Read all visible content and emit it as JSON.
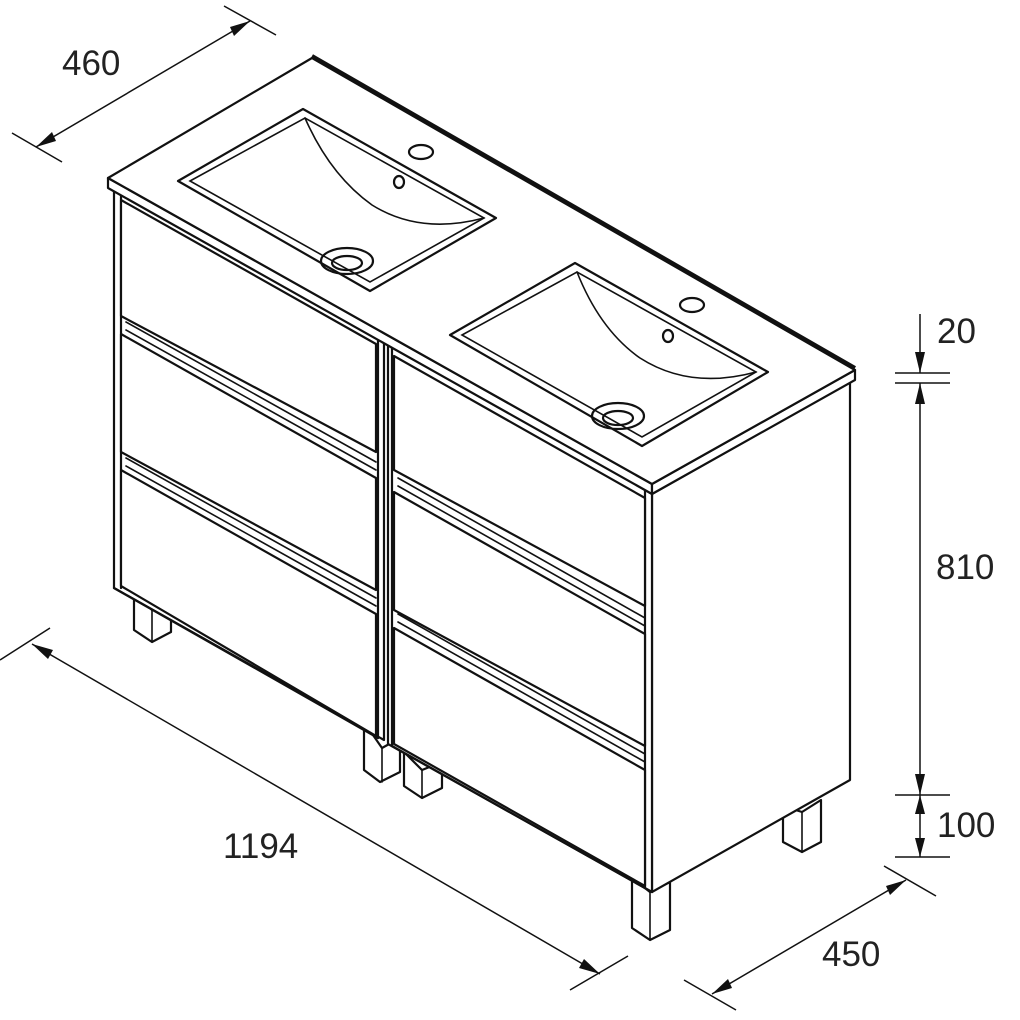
{
  "dimensions": {
    "depth_top": "460",
    "width": "1194",
    "worktop_thickness": "20",
    "cabinet_height": "810",
    "leg_height": "100",
    "depth_base": "450"
  }
}
